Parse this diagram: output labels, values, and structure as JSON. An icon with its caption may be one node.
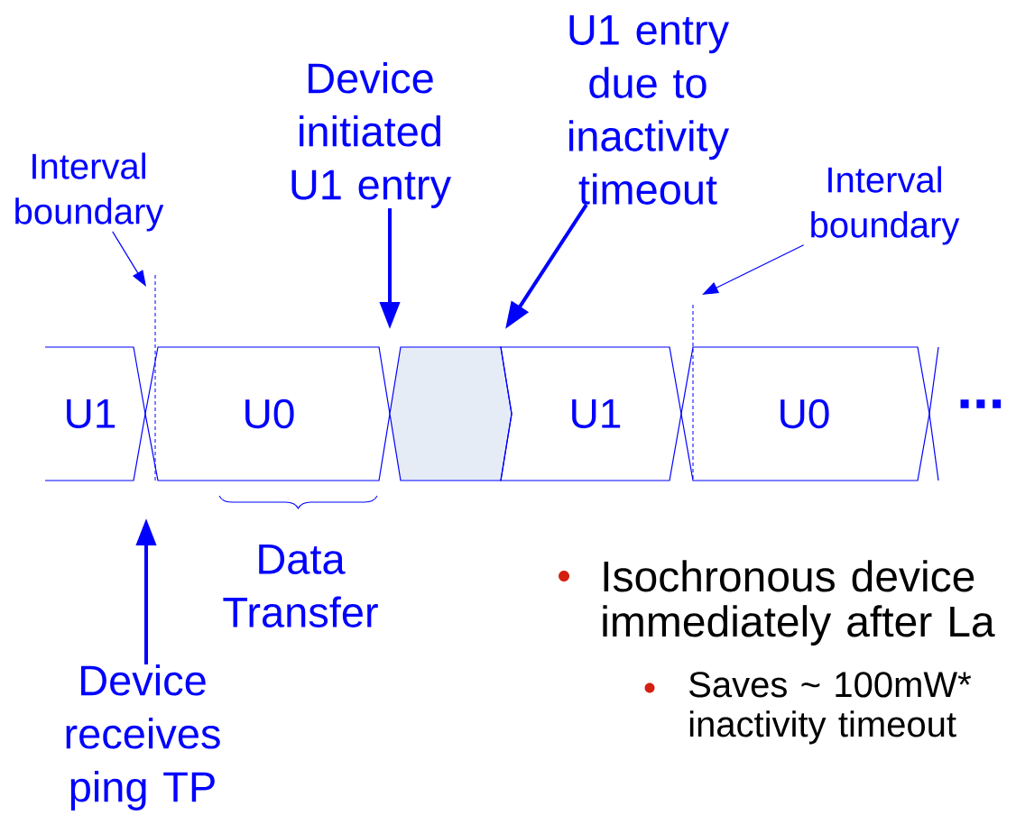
{
  "diagram": {
    "nodes": [
      {
        "text": [
          "U1"
        ]
      },
      {
        "text": [
          "U0"
        ]
      },
      {
        "text": [],
        "shape": "hexagon"
      },
      {
        "text": [
          "U1"
        ]
      },
      {
        "text": [
          "U0"
        ]
      },
      {
        "text": [
          "Interval boundary"
        ]
      },
      {
        "text": [
          "Device initiated U1 entry"
        ]
      },
      {
        "text": [
          "U1 entry due to inactivity timeout"
        ]
      },
      {
        "text": [
          "Interval boundary"
        ]
      },
      {
        "text": [
          "Device receives ping TP"
        ]
      }
    ],
    "edges": [
      {
        "from": 5,
        "to": null,
        "arrow": "to"
      },
      {
        "from": 6,
        "to": null,
        "arrow": "to"
      },
      {
        "from": 7,
        "to": null,
        "arrow": "to"
      },
      {
        "from": 8,
        "to": null,
        "arrow": "to"
      },
      {
        "from": 9,
        "to": null,
        "arrow": "to"
      }
    ],
    "labels": [
      "...",
      "Data Transfer",
      "Isochronous device immediately after La",
      "Saves ~ 100mW* inactivity timeout"
    ]
  }
}
